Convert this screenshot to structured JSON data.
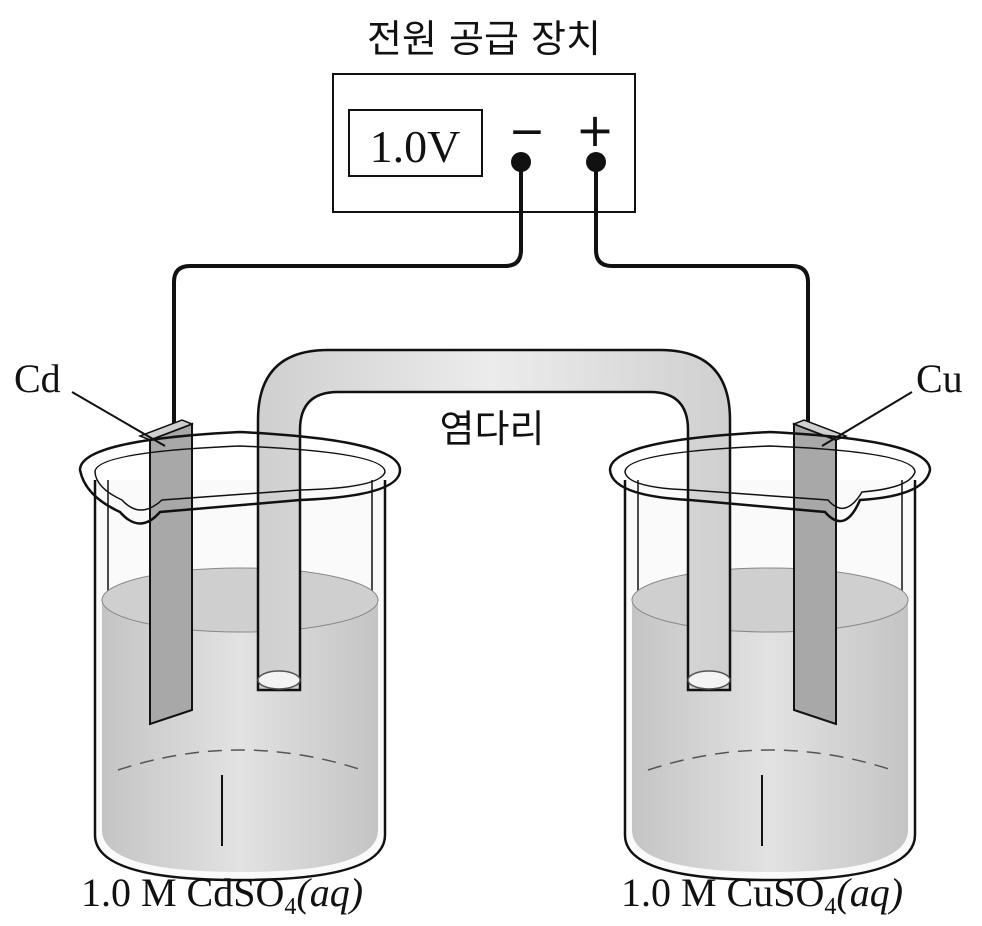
{
  "power_supply": {
    "title": "전원 공급 장치",
    "voltage": "1.0V",
    "negative_terminal": "−",
    "positive_terminal": "+"
  },
  "salt_bridge": {
    "label": "염다리"
  },
  "electrodes": {
    "left": "Cd",
    "right": "Cu"
  },
  "solutions": {
    "left": {
      "prefix": "1.0 M CdSO",
      "subscript": "4",
      "state": "(aq)"
    },
    "right": {
      "prefix": "1.0 M CuSO",
      "subscript": "4",
      "state": "(aq)"
    }
  },
  "colors": {
    "line": "#111111",
    "solution": "#d4d4d4",
    "electrode": "#a8a8a8",
    "bridge": "#dedede"
  }
}
